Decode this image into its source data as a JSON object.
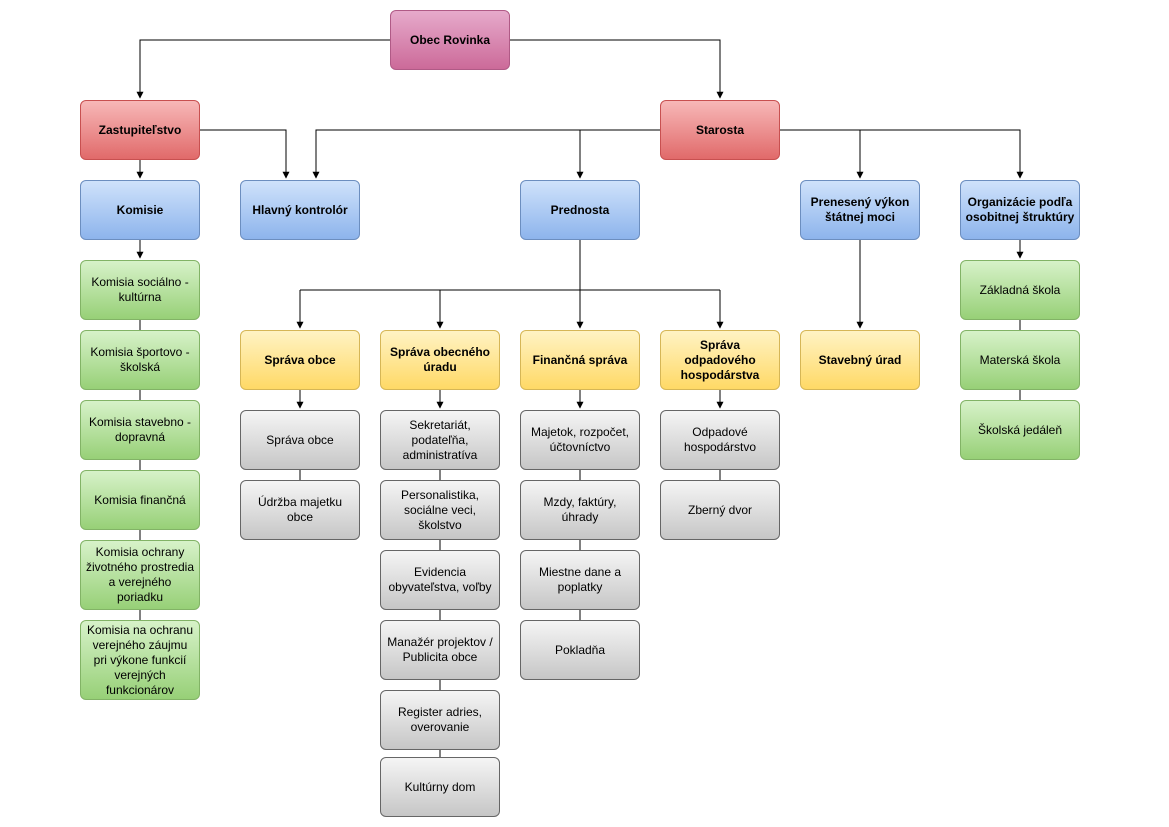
{
  "nodes": {
    "obec": "Obec Rovinka",
    "zastupitelstvo": "Zastupiteľstvo",
    "starosta": "Starosta",
    "komisie": "Komisie",
    "hlavny_kontrolor": "Hlavný kontrolór",
    "prednosta": "Prednosta",
    "preneseny_vykon": "Prenesený výkon štátnej moci",
    "organizacie": "Organizácie podľa osobitnej štruktúry",
    "komisia_1": "Komisia sociálno - kultúrna",
    "komisia_2": "Komisia športovo - školská",
    "komisia_3": "Komisia stavebno - dopravná",
    "komisia_4": "Komisia finančná",
    "komisia_5": "Komisia ochrany životného prostredia a verejného poriadku",
    "komisia_6": "Komisia na ochranu verejného záujmu pri výkone funkcií verejných funkcionárov",
    "sprava_obce_head": "Správa obce",
    "sprava_uradu_head": "Správa obecného úradu",
    "financna_sprava_head": "Finančná správa",
    "odpady_head": "Správa odpadového hospodárstva",
    "stavebny_urad": "Stavebný úrad",
    "zakladna_skola": "Základná škola",
    "materska_skola": "Materská škola",
    "skolska_jedalen": "Školská jedáleň",
    "so_1": "Správa obce",
    "so_2": "Údržba majetku obce",
    "su_1": "Sekretariát, podateľňa, administratíva",
    "su_2": "Personalistika, sociálne veci, školstvo",
    "su_3": "Evidencia obyvateľstva, voľby",
    "su_4": "Manažér projektov / Publicita obce",
    "su_5": "Register adries, overovanie",
    "su_6": "Kultúrny dom",
    "fs_1": "Majetok, rozpočet, účtovníctvo",
    "fs_2": "Mzdy, faktúry, úhrady",
    "fs_3": "Miestne dane a poplatky",
    "fs_4": "Pokladňa",
    "oh_1": "Odpadové hospodárstvo",
    "oh_2": "Zberný dvor"
  },
  "colors": {
    "pink": "#cc6a99",
    "red": "#e16a6a",
    "blue": "#8db4ec",
    "yellow": "#ffd966",
    "green": "#97d077",
    "gray": "#c6c6c6",
    "connector": "#000000"
  }
}
